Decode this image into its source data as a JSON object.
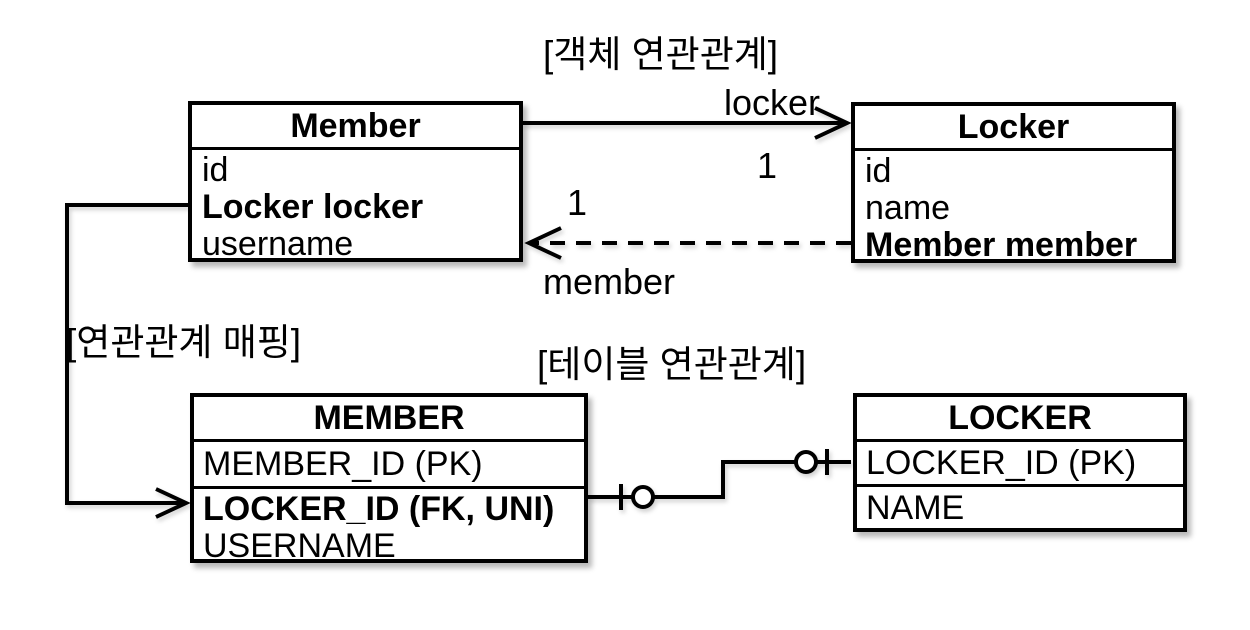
{
  "labels": {
    "object_relation_title": "[객체 연관관계]",
    "mapping_title": "[연관관계 매핑]",
    "table_relation_title": "[테이블 연관관계]",
    "locker_arrow_label": "locker",
    "member_arrow_label": "member",
    "locker_multiplicity": "1",
    "member_multiplicity": "1"
  },
  "object_diagram": {
    "member_class": {
      "title": "Member",
      "fields": [
        "id",
        "Locker locker",
        "username"
      ]
    },
    "locker_class": {
      "title": "Locker",
      "fields": [
        "id",
        "name",
        "Member member"
      ]
    }
  },
  "table_diagram": {
    "member_table": {
      "title": "MEMBER",
      "columns": [
        "MEMBER_ID (PK)",
        "LOCKER_ID (FK, UNI)",
        "USERNAME"
      ]
    },
    "locker_table": {
      "title": "LOCKER",
      "columns": [
        "LOCKER_ID (PK)",
        "NAME"
      ]
    }
  },
  "colors": {
    "line": "#000000",
    "background": "#ffffff",
    "box_fill": "#ffffff"
  }
}
